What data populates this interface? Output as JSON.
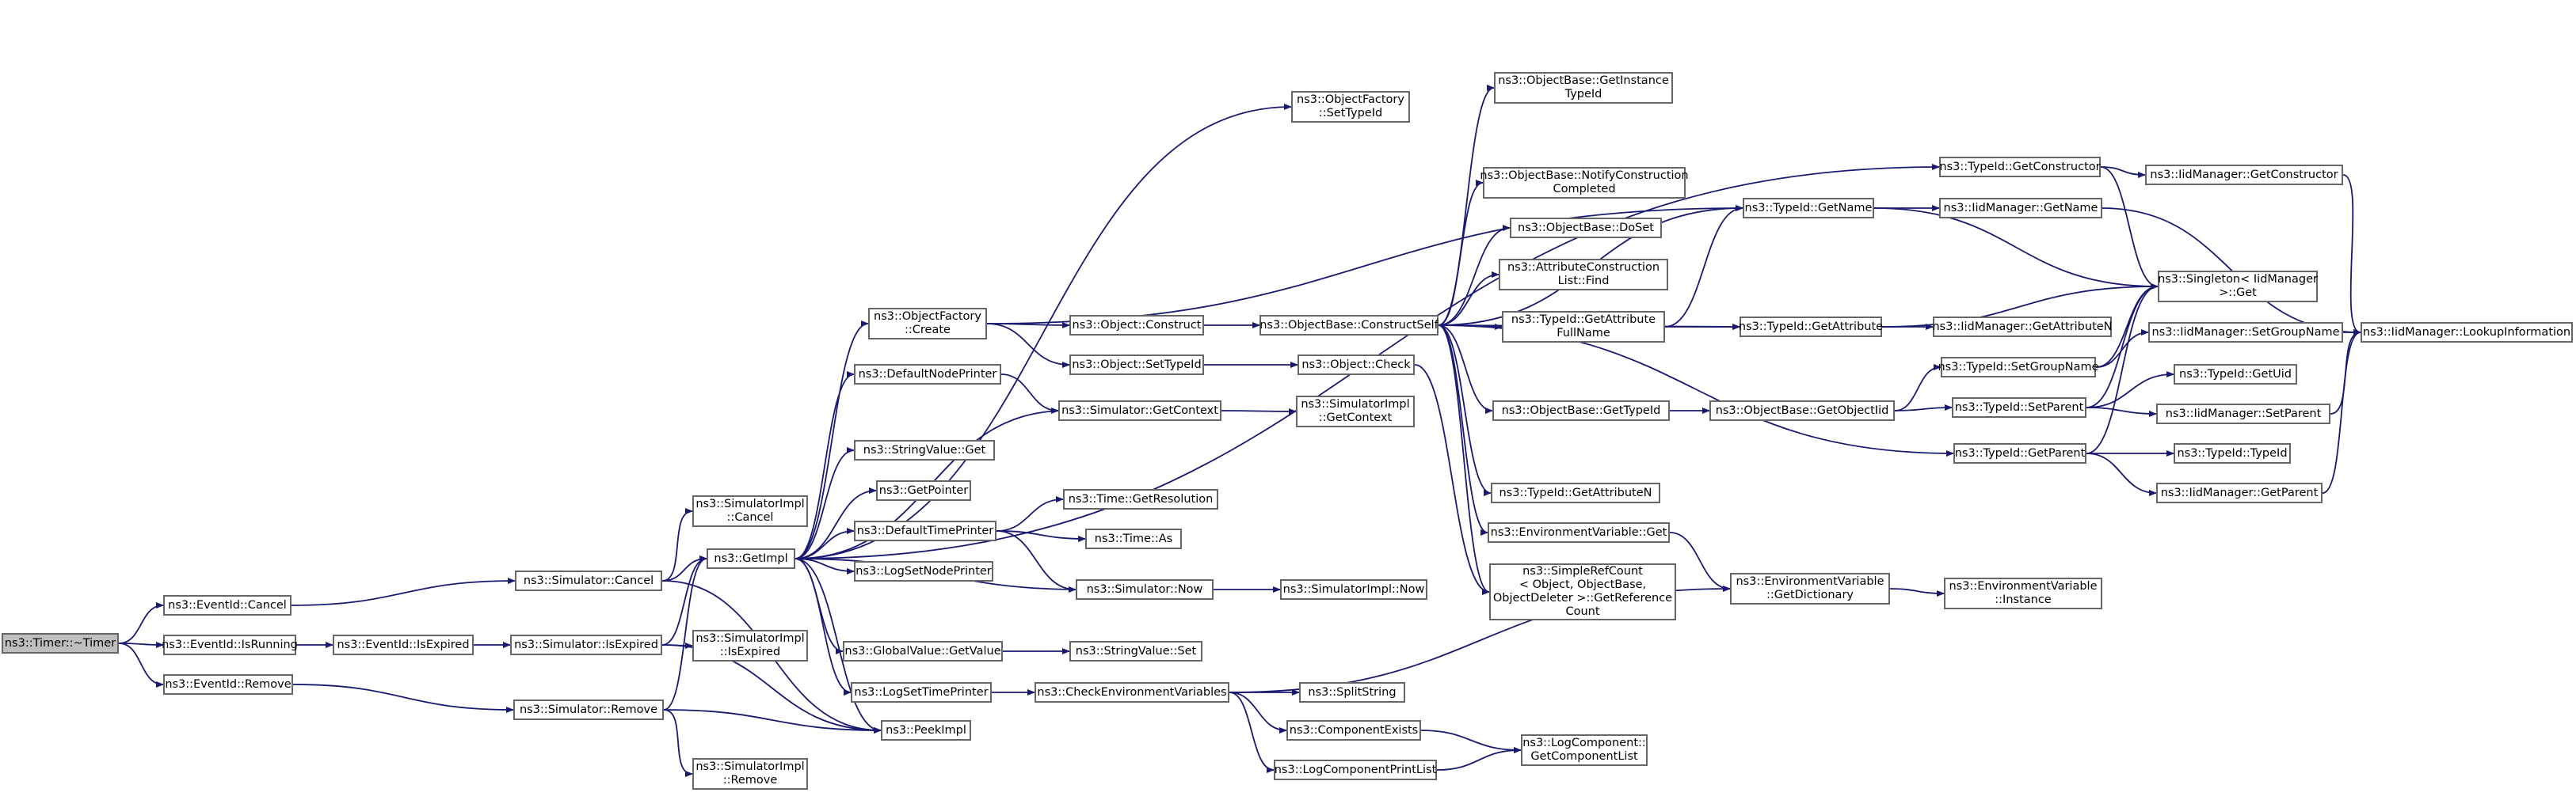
{
  "diagram": {
    "type": "call-graph",
    "colors": {
      "edge": "#191970",
      "node_border": "#666666",
      "root_fill": "#bfbfbf",
      "node_fill": "#ffffff"
    },
    "nodes": [
      {
        "id": "timer_dtor",
        "lines": [
          "ns3::Timer::~Timer"
        ]
      },
      {
        "id": "eventid_cancel",
        "lines": [
          "ns3::EventId::Cancel"
        ]
      },
      {
        "id": "eventid_isrunning",
        "lines": [
          "ns3::EventId::IsRunning"
        ]
      },
      {
        "id": "eventid_remove",
        "lines": [
          "ns3::EventId::Remove"
        ]
      },
      {
        "id": "eventid_isexpired",
        "lines": [
          "ns3::EventId::IsExpired"
        ]
      },
      {
        "id": "sim_cancel",
        "lines": [
          "ns3::Simulator::Cancel"
        ]
      },
      {
        "id": "sim_isexpired",
        "lines": [
          "ns3::Simulator::IsExpired"
        ]
      },
      {
        "id": "sim_remove",
        "lines": [
          "ns3::Simulator::Remove"
        ]
      },
      {
        "id": "simimpl_cancel",
        "lines": [
          "ns3::SimulatorImpl",
          "::Cancel"
        ]
      },
      {
        "id": "simimpl_isexpired",
        "lines": [
          "ns3::SimulatorImpl",
          "::IsExpired"
        ]
      },
      {
        "id": "simimpl_remove",
        "lines": [
          "ns3::SimulatorImpl",
          "::Remove"
        ]
      },
      {
        "id": "getimpl",
        "lines": [
          "ns3::GetImpl"
        ]
      },
      {
        "id": "peekimpl",
        "lines": [
          "ns3::PeekImpl"
        ]
      },
      {
        "id": "objfactory_create",
        "lines": [
          "ns3::ObjectFactory",
          "::Create"
        ]
      },
      {
        "id": "defaultnodeprinter",
        "lines": [
          "ns3::DefaultNodePrinter"
        ]
      },
      {
        "id": "stringvalue_get",
        "lines": [
          "ns3::StringValue::Get"
        ]
      },
      {
        "id": "getpointer",
        "lines": [
          "ns3::GetPointer"
        ]
      },
      {
        "id": "defaulttimeprinter",
        "lines": [
          "ns3::DefaultTimePrinter"
        ]
      },
      {
        "id": "logsetnodeprinter",
        "lines": [
          "ns3::LogSetNodePrinter"
        ]
      },
      {
        "id": "globalvalue_getvalue",
        "lines": [
          "ns3::GlobalValue::GetValue"
        ]
      },
      {
        "id": "logsettimeprinter",
        "lines": [
          "ns3::LogSetTimePrinter"
        ]
      },
      {
        "id": "objfactory_settypeid",
        "lines": [
          "ns3::ObjectFactory",
          "::SetTypeId"
        ]
      },
      {
        "id": "object_construct",
        "lines": [
          "ns3::Object::Construct"
        ]
      },
      {
        "id": "object_settypeid",
        "lines": [
          "ns3::Object::SetTypeId"
        ]
      },
      {
        "id": "sim_getcontext",
        "lines": [
          "ns3::Simulator::GetContext"
        ]
      },
      {
        "id": "time_getresolution",
        "lines": [
          "ns3::Time::GetResolution"
        ]
      },
      {
        "id": "time_as",
        "lines": [
          "ns3::Time::As"
        ]
      },
      {
        "id": "sim_now",
        "lines": [
          "ns3::Simulator::Now"
        ]
      },
      {
        "id": "stringvalue_set",
        "lines": [
          "ns3::StringValue::Set"
        ]
      },
      {
        "id": "checkenvvars",
        "lines": [
          "ns3::CheckEnvironmentVariables"
        ]
      },
      {
        "id": "objbase_constructself",
        "lines": [
          "ns3::ObjectBase::ConstructSelf"
        ]
      },
      {
        "id": "object_check",
        "lines": [
          "ns3::Object::Check"
        ]
      },
      {
        "id": "simimpl_getcontext",
        "lines": [
          "ns3::SimulatorImpl",
          "::GetContext"
        ]
      },
      {
        "id": "simimpl_now",
        "lines": [
          "ns3::SimulatorImpl::Now"
        ]
      },
      {
        "id": "splitstring",
        "lines": [
          "ns3::SplitString"
        ]
      },
      {
        "id": "componentexists",
        "lines": [
          "ns3::ComponentExists"
        ]
      },
      {
        "id": "logcomponentprintlist",
        "lines": [
          "ns3::LogComponentPrintList"
        ]
      },
      {
        "id": "objbase_getinstancetypeid",
        "lines": [
          "ns3::ObjectBase::GetInstance",
          "TypeId"
        ]
      },
      {
        "id": "objbase_notifyconstructioncompleted",
        "lines": [
          "ns3::ObjectBase::NotifyConstruction",
          "Completed"
        ]
      },
      {
        "id": "objbase_doset",
        "lines": [
          "ns3::ObjectBase::DoSet"
        ]
      },
      {
        "id": "attrconstructionlist_find",
        "lines": [
          "ns3::AttributeConstruction",
          "List::Find"
        ]
      },
      {
        "id": "typeid_getattributefullname",
        "lines": [
          "ns3::TypeId::GetAttribute",
          "FullName"
        ]
      },
      {
        "id": "objbase_gettypeid",
        "lines": [
          "ns3::ObjectBase::GetTypeId"
        ]
      },
      {
        "id": "typeid_getattributen",
        "lines": [
          "ns3::TypeId::GetAttributeN"
        ]
      },
      {
        "id": "envvar_get",
        "lines": [
          "ns3::EnvironmentVariable::Get"
        ]
      },
      {
        "id": "simplerefcount_getreferencecount",
        "lines": [
          "ns3::SimpleRefCount",
          "< Object, ObjectBase,",
          "ObjectDeleter >::GetReference",
          "Count"
        ]
      },
      {
        "id": "logcomponent_getcomponentlist",
        "lines": [
          "ns3::LogComponent::",
          "GetComponentList"
        ]
      },
      {
        "id": "typeid_getname",
        "lines": [
          "ns3::TypeId::GetName"
        ]
      },
      {
        "id": "typeid_getattribute",
        "lines": [
          "ns3::TypeId::GetAttribute"
        ]
      },
      {
        "id": "objbase_getobjectiid",
        "lines": [
          "ns3::ObjectBase::GetObjectIid"
        ]
      },
      {
        "id": "envvar_getdictionary",
        "lines": [
          "ns3::EnvironmentVariable",
          "::GetDictionary"
        ]
      },
      {
        "id": "typeid_getconstructor",
        "lines": [
          "ns3::TypeId::GetConstructor"
        ]
      },
      {
        "id": "iidmanager_getname",
        "lines": [
          "ns3::IidManager::GetName"
        ]
      },
      {
        "id": "iidmanager_getattributen",
        "lines": [
          "ns3::IidManager::GetAttributeN"
        ]
      },
      {
        "id": "typeid_setgroupname",
        "lines": [
          "ns3::TypeId::SetGroupName"
        ]
      },
      {
        "id": "typeid_setparent",
        "lines": [
          "ns3::TypeId::SetParent"
        ]
      },
      {
        "id": "typeid_getparent",
        "lines": [
          "ns3::TypeId::GetParent"
        ]
      },
      {
        "id": "envvar_instance",
        "lines": [
          "ns3::EnvironmentVariable",
          "::Instance"
        ]
      },
      {
        "id": "iidmanager_getconstructor",
        "lines": [
          "ns3::IidManager::GetConstructor"
        ]
      },
      {
        "id": "singleton_get",
        "lines": [
          "ns3::Singleton< IidManager",
          ">::Get"
        ]
      },
      {
        "id": "iidmanager_setgroupname",
        "lines": [
          "ns3::IidManager::SetGroupName"
        ]
      },
      {
        "id": "typeid_getuid",
        "lines": [
          "ns3::TypeId::GetUid"
        ]
      },
      {
        "id": "iidmanager_setparent",
        "lines": [
          "ns3::IidManager::SetParent"
        ]
      },
      {
        "id": "typeid_typeid",
        "lines": [
          "ns3::TypeId::TypeId"
        ]
      },
      {
        "id": "iidmanager_getparent",
        "lines": [
          "ns3::IidManager::GetParent"
        ]
      },
      {
        "id": "iidmanager_lookupinformation",
        "lines": [
          "ns3::IidManager::LookupInformation"
        ]
      }
    ],
    "edges": [
      [
        "timer_dtor",
        "eventid_cancel"
      ],
      [
        "timer_dtor",
        "eventid_isrunning"
      ],
      [
        "timer_dtor",
        "eventid_remove"
      ],
      [
        "eventid_cancel",
        "sim_cancel"
      ],
      [
        "eventid_isrunning",
        "eventid_isexpired"
      ],
      [
        "eventid_isexpired",
        "sim_isexpired"
      ],
      [
        "eventid_remove",
        "sim_remove"
      ],
      [
        "sim_cancel",
        "simimpl_cancel"
      ],
      [
        "sim_cancel",
        "getimpl"
      ],
      [
        "sim_cancel",
        "peekimpl"
      ],
      [
        "sim_isexpired",
        "getimpl"
      ],
      [
        "sim_isexpired",
        "simimpl_isexpired"
      ],
      [
        "sim_isexpired",
        "peekimpl"
      ],
      [
        "sim_remove",
        "getimpl"
      ],
      [
        "sim_remove",
        "peekimpl"
      ],
      [
        "sim_remove",
        "simimpl_remove"
      ],
      [
        "getimpl",
        "objfactory_create"
      ],
      [
        "getimpl",
        "defaultnodeprinter"
      ],
      [
        "getimpl",
        "stringvalue_get"
      ],
      [
        "getimpl",
        "getpointer"
      ],
      [
        "getimpl",
        "defaulttimeprinter"
      ],
      [
        "getimpl",
        "logsetnodeprinter"
      ],
      [
        "getimpl",
        "globalvalue_getvalue"
      ],
      [
        "getimpl",
        "logsettimeprinter"
      ],
      [
        "getimpl",
        "peekimpl"
      ],
      [
        "getimpl",
        "objfactory_settypeid"
      ],
      [
        "getimpl",
        "typeid_getconstructor"
      ],
      [
        "objfactory_create",
        "object_construct"
      ],
      [
        "objfactory_create",
        "object_settypeid"
      ],
      [
        "objfactory_create",
        "typeid_getname"
      ],
      [
        "defaultnodeprinter",
        "sim_getcontext"
      ],
      [
        "defaulttimeprinter",
        "time_getresolution"
      ],
      [
        "defaulttimeprinter",
        "time_as"
      ],
      [
        "defaulttimeprinter",
        "sim_now"
      ],
      [
        "sim_getcontext",
        "getimpl"
      ],
      [
        "sim_getcontext",
        "simimpl_getcontext"
      ],
      [
        "sim_now",
        "getimpl"
      ],
      [
        "sim_now",
        "simimpl_now"
      ],
      [
        "globalvalue_getvalue",
        "stringvalue_set"
      ],
      [
        "logsettimeprinter",
        "checkenvvars"
      ],
      [
        "checkenvvars",
        "splitstring"
      ],
      [
        "checkenvvars",
        "componentexists"
      ],
      [
        "checkenvvars",
        "logcomponentprintlist"
      ],
      [
        "checkenvvars",
        "envvar_getdictionary"
      ],
      [
        "componentexists",
        "logcomponent_getcomponentlist"
      ],
      [
        "logcomponentprintlist",
        "logcomponent_getcomponentlist"
      ],
      [
        "object_construct",
        "objbase_constructself"
      ],
      [
        "object_settypeid",
        "object_check"
      ],
      [
        "object_check",
        "simplerefcount_getreferencecount"
      ],
      [
        "objbase_constructself",
        "objbase_getinstancetypeid"
      ],
      [
        "objbase_constructself",
        "objbase_notifyconstructioncompleted"
      ],
      [
        "objbase_constructself",
        "objbase_doset"
      ],
      [
        "objbase_constructself",
        "attrconstructionlist_find"
      ],
      [
        "objbase_constructself",
        "typeid_getattributefullname"
      ],
      [
        "objbase_constructself",
        "typeid_getattribute"
      ],
      [
        "objbase_constructself",
        "objbase_gettypeid"
      ],
      [
        "objbase_constructself",
        "typeid_getattributen"
      ],
      [
        "objbase_constructself",
        "envvar_get"
      ],
      [
        "objbase_constructself",
        "typeid_getparent"
      ],
      [
        "objbase_constructself",
        "typeid_getname"
      ],
      [
        "objbase_constructself",
        "simplerefcount_getreferencecount"
      ],
      [
        "typeid_getattributefullname",
        "typeid_getname"
      ],
      [
        "typeid_getattributefullname",
        "typeid_getattribute"
      ],
      [
        "objbase_gettypeid",
        "objbase_getobjectiid"
      ],
      [
        "objbase_getobjectiid",
        "typeid_setgroupname"
      ],
      [
        "objbase_getobjectiid",
        "typeid_setparent"
      ],
      [
        "envvar_get",
        "envvar_getdictionary"
      ],
      [
        "envvar_getdictionary",
        "envvar_instance"
      ],
      [
        "typeid_getname",
        "iidmanager_getname"
      ],
      [
        "typeid_getname",
        "singleton_get"
      ],
      [
        "typeid_getattribute",
        "iidmanager_getattributen"
      ],
      [
        "typeid_getattribute",
        "singleton_get"
      ],
      [
        "typeid_getconstructor",
        "iidmanager_getconstructor"
      ],
      [
        "typeid_getconstructor",
        "singleton_get"
      ],
      [
        "iidmanager_getconstructor",
        "iidmanager_lookupinformation"
      ],
      [
        "iidmanager_getname",
        "iidmanager_lookupinformation"
      ],
      [
        "typeid_setgroupname",
        "iidmanager_setgroupname"
      ],
      [
        "typeid_setgroupname",
        "singleton_get"
      ],
      [
        "typeid_setparent",
        "typeid_getuid"
      ],
      [
        "typeid_setparent",
        "iidmanager_setparent"
      ],
      [
        "typeid_setparent",
        "singleton_get"
      ],
      [
        "typeid_getparent",
        "typeid_typeid"
      ],
      [
        "typeid_getparent",
        "iidmanager_getparent"
      ],
      [
        "typeid_getparent",
        "singleton_get"
      ],
      [
        "iidmanager_setgroupname",
        "iidmanager_lookupinformation"
      ],
      [
        "iidmanager_setparent",
        "iidmanager_lookupinformation"
      ],
      [
        "iidmanager_getparent",
        "iidmanager_lookupinformation"
      ]
    ]
  }
}
